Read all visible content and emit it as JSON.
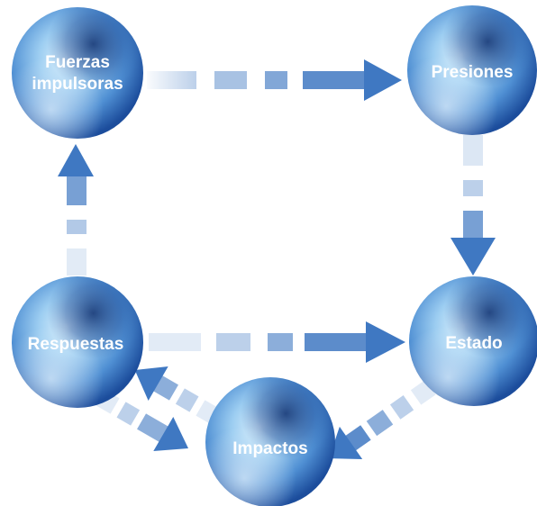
{
  "diagram": {
    "nodes": {
      "fuerzas": {
        "label_line1": "Fuerzas",
        "label_line2": "impulsoras"
      },
      "presiones": {
        "label": "Presiones"
      },
      "estado": {
        "label": "Estado"
      },
      "impactos": {
        "label": "Impactos"
      },
      "respuestas": {
        "label": "Respuestas"
      }
    },
    "edges": [
      {
        "from": "Fuerzas impulsoras",
        "to": "Presiones"
      },
      {
        "from": "Presiones",
        "to": "Estado"
      },
      {
        "from": "Estado",
        "to": "Impactos"
      },
      {
        "from": "Impactos",
        "to": "Respuestas"
      },
      {
        "from": "Respuestas",
        "to": "Impactos"
      },
      {
        "from": "Respuestas",
        "to": "Estado"
      },
      {
        "from": "Respuestas",
        "to": "Fuerzas impulsoras"
      }
    ],
    "colors": {
      "arrow": "#3f78c2",
      "arrow_faded": "#dfe8f5",
      "sphere_light": "#c9e6fb",
      "sphere_mid": "#5a9ad8",
      "sphere_dark": "#163d86"
    }
  }
}
